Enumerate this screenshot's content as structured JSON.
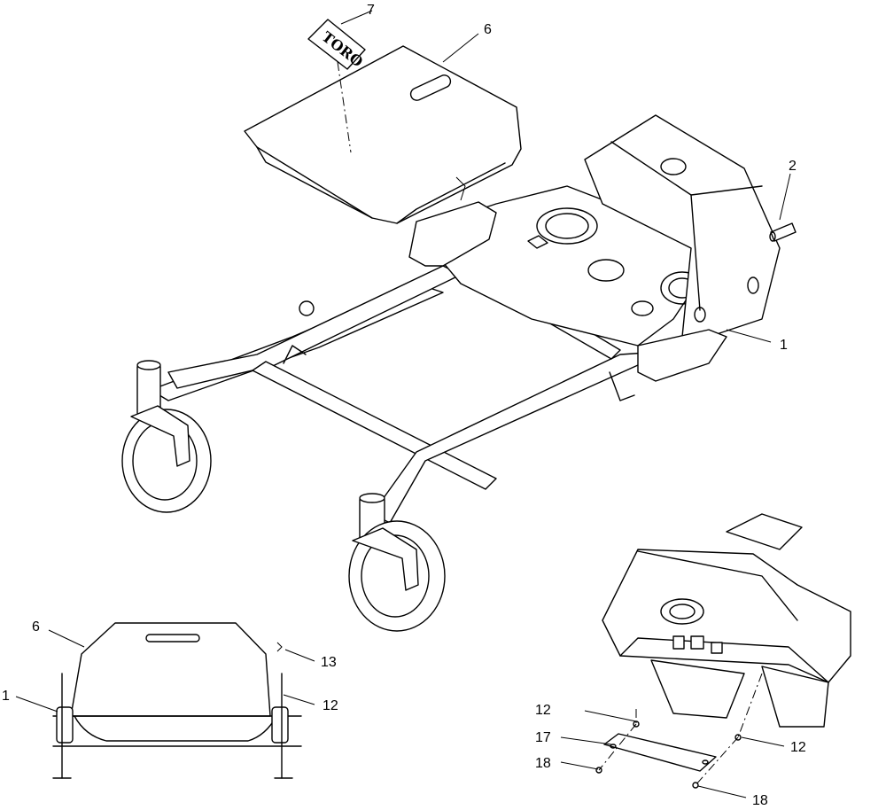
{
  "logo": {
    "text": "TORO"
  },
  "callouts": {
    "c7": "7",
    "c6_top": "6",
    "c2": "2",
    "c1_top": "1",
    "c6_bottom": "6",
    "c1_bottom": "1",
    "c13": "13",
    "c12_left": "12",
    "c12_right_top": "12",
    "c17": "17",
    "c18_left": "18",
    "c12_right": "12",
    "c18_right": "18"
  }
}
